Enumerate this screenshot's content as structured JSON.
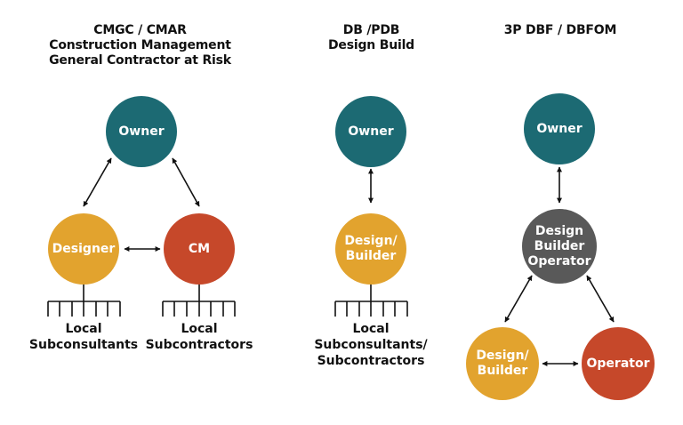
{
  "colors": {
    "owner": "#1c6a73",
    "designer": "#e2a32e",
    "cm": "#c6482a",
    "dbo": "#595959",
    "operator": "#c6482a",
    "text": "#111111"
  },
  "col1": {
    "title1": "CMGC / CMAR",
    "title2": "Construction Management",
    "title3": "General Contractor at Risk",
    "owner": "Owner",
    "designer": "Designer",
    "cm": "CM",
    "sub_a1": "Local",
    "sub_a2": "Subconsultants",
    "sub_b1": "Local",
    "sub_b2": "Subcontractors"
  },
  "col2": {
    "title1": "DB /PDB",
    "title2": "Design Build",
    "owner": "Owner",
    "db1": "Design/",
    "db2": "Builder",
    "sub1": "Local",
    "sub2": "Subconsultants/",
    "sub3": "Subcontractors"
  },
  "col3": {
    "title1": "3P DBF / DBFOM",
    "owner": "Owner",
    "dbo1": "Design",
    "dbo2": "Builder",
    "dbo3": "Operator",
    "db1": "Design/",
    "db2": "Builder",
    "operator": "Operator"
  }
}
